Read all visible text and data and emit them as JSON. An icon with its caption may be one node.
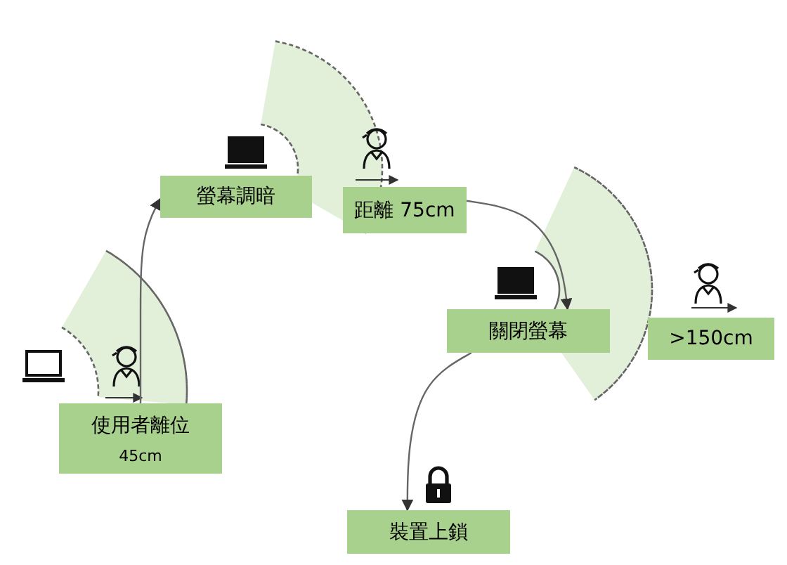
{
  "diagram": {
    "nodes": [
      {
        "text": [
          "使用者離位",
          "45cm"
        ]
      },
      {
        "text": [
          "螢幕調暗"
        ]
      },
      {
        "text": [
          "距離 75cm"
        ]
      },
      {
        "text": [
          "關閉螢幕"
        ]
      },
      {
        "text": [
          ">150cm"
        ]
      },
      {
        "text": [
          "裝置上鎖"
        ]
      }
    ],
    "edges": [
      {
        "from": 0,
        "to": 1,
        "arrow": "to"
      },
      {
        "from": 2,
        "to": 3,
        "arrow": "to"
      },
      {
        "from": 3,
        "to": 5,
        "arrow": "to"
      }
    ]
  }
}
